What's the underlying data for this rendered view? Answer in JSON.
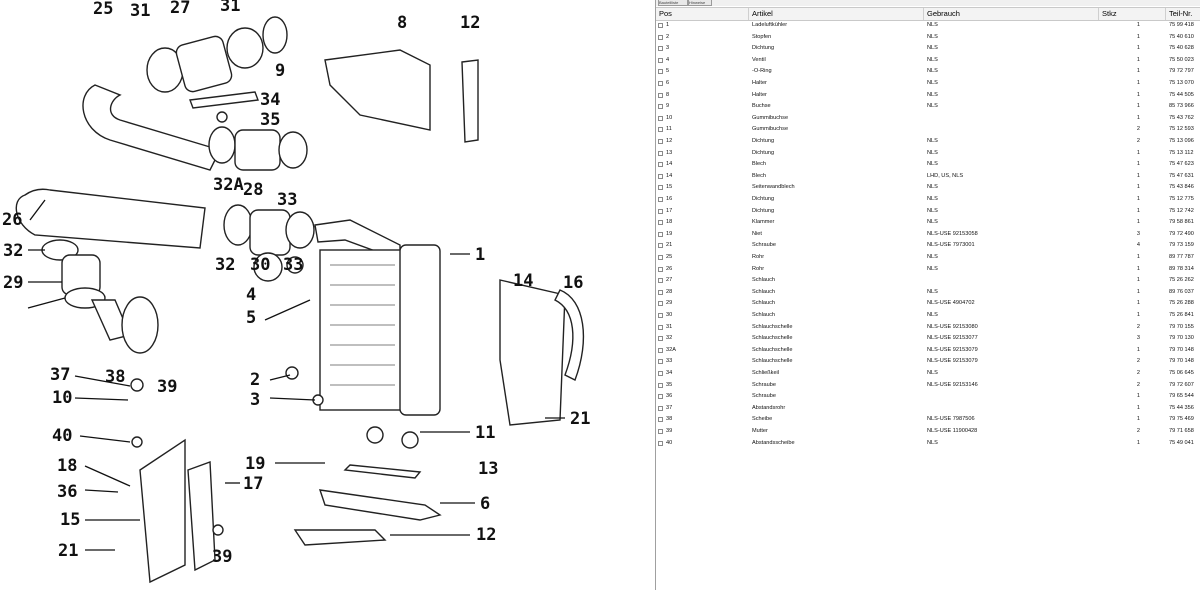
{
  "diagram": {
    "callouts": [
      "25",
      "31",
      "27",
      "31",
      "8",
      "12",
      "9",
      "34",
      "35",
      "32A",
      "28",
      "33",
      "26",
      "1",
      "32",
      "30",
      "33",
      "14",
      "16",
      "29",
      "4",
      "5",
      "32",
      "37",
      "38",
      "39",
      "2",
      "10",
      "3",
      "21",
      "40",
      "11",
      "19",
      "13",
      "18",
      "17",
      "36",
      "6",
      "15",
      "12",
      "21",
      "39"
    ]
  },
  "tabs": [
    "Bauteilliste",
    "Hinweise"
  ],
  "table": {
    "columns": [
      "Pos",
      "Artikel",
      "Gebrauch",
      "Stkz",
      "Teil-Nr."
    ],
    "rows": [
      [
        "1",
        "Ladeluftkühler",
        "NLS",
        "1",
        "75 99 418"
      ],
      [
        "2",
        "Stopfen",
        "NLS",
        "1",
        "75 40 610"
      ],
      [
        "3",
        "Dichtung",
        "NLS",
        "1",
        "75 40 628"
      ],
      [
        "4",
        "Ventil",
        "NLS",
        "1",
        "75 50 023"
      ],
      [
        "5",
        "-O-Ring",
        "NLS",
        "1",
        "79 72 797"
      ],
      [
        "6",
        "Halter",
        "NLS",
        "1",
        "75 13 070"
      ],
      [
        "8",
        "Halter",
        "NLS",
        "1",
        "75 44 505"
      ],
      [
        "9",
        "Buchse",
        "NLS",
        "1",
        "85 73 966"
      ],
      [
        "10",
        "Gummibuchse",
        "",
        "1",
        "75 43 762"
      ],
      [
        "11",
        "Gummibuchse",
        "",
        "2",
        "75 12 593"
      ],
      [
        "12",
        "Dichtung",
        "NLS",
        "2",
        "75 13 096"
      ],
      [
        "13",
        "Dichtung",
        "NLS",
        "1",
        "75 13 112"
      ],
      [
        "14",
        "Blech",
        "NLS",
        "1",
        "75 47 623"
      ],
      [
        "14",
        "Blech",
        "LHD, US, NLS",
        "1",
        "75 47 631"
      ],
      [
        "15",
        "Seitenwandblech",
        "NLS",
        "1",
        "75 43 846"
      ],
      [
        "16",
        "Dichtung",
        "NLS",
        "1",
        "75 12 775"
      ],
      [
        "17",
        "Dichtung",
        "NLS",
        "1",
        "75 12 742"
      ],
      [
        "18",
        "Klammer",
        "NLS",
        "1",
        "79 58 861"
      ],
      [
        "19",
        "Niet",
        "NLS-USE 92153058",
        "3",
        "79 72 490"
      ],
      [
        "21",
        "Schraube",
        "NLS-USE 7973001",
        "4",
        "79 73 159"
      ],
      [
        "25",
        "Rohr",
        "NLS",
        "1",
        "89 77 787"
      ],
      [
        "26",
        "Rohr",
        "NLS",
        "1",
        "89 78 314"
      ],
      [
        "27",
        "Schlauch",
        "",
        "1",
        "75 26 262"
      ],
      [
        "28",
        "Schlauch",
        "NLS",
        "1",
        "89 76 037"
      ],
      [
        "29",
        "Schlauch",
        "NLS-USE 4904702",
        "1",
        "75 26 288"
      ],
      [
        "30",
        "Schlauch",
        "NLS",
        "1",
        "75 26 841"
      ],
      [
        "31",
        "Schlauchschelle",
        "NLS-USE 92153080",
        "2",
        "79 70 155"
      ],
      [
        "32",
        "Schlauchschelle",
        "NLS-USE 92153077",
        "3",
        "79 70 130"
      ],
      [
        "32A",
        "Schlauchschelle",
        "NLS-USE 92153079",
        "1",
        "79 70 148"
      ],
      [
        "33",
        "Schlauchschelle",
        "NLS-USE 92153079",
        "2",
        "79 70 148"
      ],
      [
        "34",
        "Schließkeil",
        "NLS",
        "2",
        "75 06 645"
      ],
      [
        "35",
        "Schraube",
        "NLS-USE 92153146",
        "2",
        "79 72 607"
      ],
      [
        "36",
        "Schraube",
        "",
        "1",
        "79 65 544"
      ],
      [
        "37",
        "Abstandsrohr",
        "",
        "1",
        "75 44 356"
      ],
      [
        "38",
        "Scheibe",
        "NLS-USE 7987506",
        "1",
        "79 75 469"
      ],
      [
        "39",
        "Mutter",
        "NLS-USE 11900428",
        "2",
        "79 71 658"
      ],
      [
        "40",
        "Abstandsscheibe",
        "NLS",
        "1",
        "75 49 041"
      ]
    ]
  }
}
